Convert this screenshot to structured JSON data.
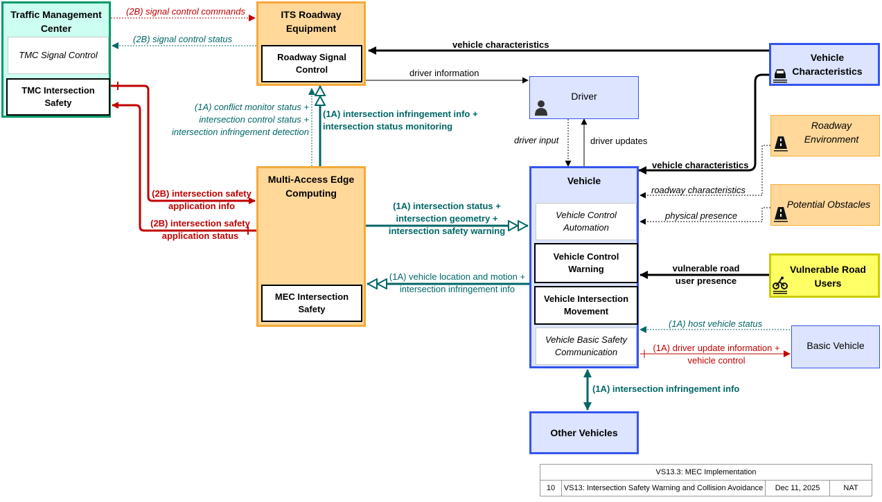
{
  "nodes": {
    "tmc": {
      "title": "Traffic Management Center",
      "subs": [
        "TMC Signal Control",
        "TMC Intersection Safety"
      ]
    },
    "its": {
      "title": "ITS Roadway Equipment",
      "subs": [
        "Roadway Signal Control"
      ]
    },
    "mec": {
      "title": "Multi-Access Edge Computing",
      "subs": [
        "MEC Intersection Safety"
      ]
    },
    "driver": {
      "title": "Driver"
    },
    "vehicle": {
      "title": "Vehicle",
      "subs": [
        "Vehicle Control Automation",
        "Vehicle Control Warning",
        "Vehicle Intersection Movement",
        "Vehicle Basic Safety Communication"
      ]
    },
    "vehchar": {
      "title": "Vehicle Characteristics"
    },
    "roadenv": {
      "title": "Roadway Environment"
    },
    "obstacles": {
      "title": "Potential Obstacles"
    },
    "vru": {
      "title": "Vulnerable Road Users"
    },
    "basic": {
      "title": "Basic Vehicle"
    },
    "other": {
      "title": "Other Vehicles"
    }
  },
  "flows": {
    "signal_commands": "(2B) signal control commands",
    "signal_status": "(2B) signal control status",
    "vehicle_char_top": "vehicle characteristics",
    "driver_info": "driver information",
    "conflict_monitor": "(1A) conflict monitor status + intersection control status + intersection infringement detection",
    "infringement_info": "(1A) intersection infringement info + intersection status monitoring",
    "driver_input": "driver input",
    "driver_updates": "driver updates",
    "vehicle_char": "vehicle characteristics",
    "roadway_char": "roadway characteristics",
    "physical_presence": "physical presence",
    "app_info": "(2B) intersection safety application info",
    "app_status": "(2B) intersection safety application status",
    "int_status": "(1A) intersection status + intersection geometry + intersection safety warning",
    "veh_location": "(1A) vehicle location and motion + intersection infringement info",
    "vru_presence": "vulnerable road user presence",
    "host_status": "(1A) host vehicle status",
    "driver_update_info": "(1A) driver update information + vehicle control",
    "other_infringement": "(1A) intersection infringement info"
  },
  "title_block": {
    "title": "VS13.3: MEC Implementation",
    "number": "10",
    "service": "VS13: Intersection Safety Warning and Collision Avoidance",
    "date": "Dec 11, 2025",
    "scope": "NAT"
  },
  "colors": {
    "red_flow": "#c00000",
    "teal_flow": "#006666",
    "center_fill": "#ccfff2",
    "center_border": "#009966",
    "field_fill": "#ffd89a",
    "field_border": "#f4a93a",
    "vehicle_fill": "#dce4ff",
    "vehicle_border": "#3355ee",
    "vru_fill": "#ffff66",
    "vru_border": "#cccc00"
  },
  "icons": [
    "car-icon",
    "road-icon",
    "bicycle-icon",
    "person-icon"
  ]
}
